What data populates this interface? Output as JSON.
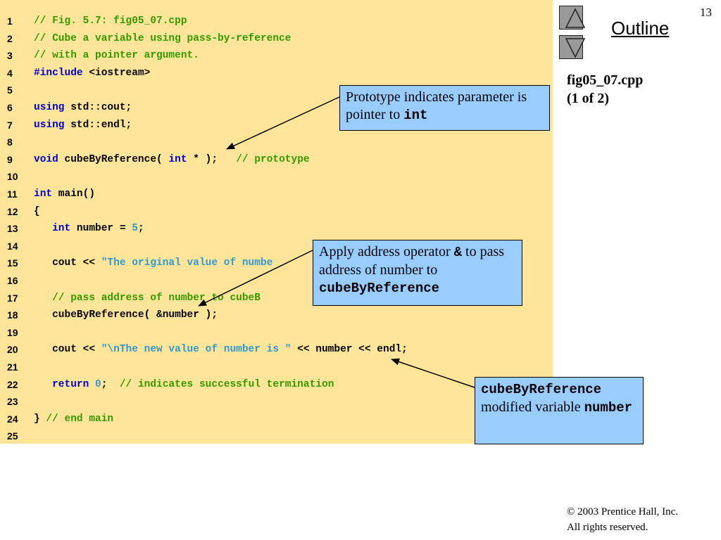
{
  "slide": {
    "number": "13",
    "outline_label": "Outline",
    "file_title_line1": "fig05_07.cpp",
    "file_title_line2": "(1 of 2)",
    "copyright_symbol": "©",
    "copyright_line1": " 2003 Prentice Hall, Inc.",
    "copyright_line2": "All rights reserved."
  },
  "navigation": {
    "up_icon": "triangle-up-icon",
    "down_icon": "triangle-down-icon"
  },
  "colors": {
    "code_background": "#ffe599",
    "comment": "#339900",
    "keyword": "#0000cc",
    "string_literal": "#3399cc",
    "callout_background": "#99ccff"
  },
  "code_lines": [
    {
      "num": "1",
      "tokens": [
        {
          "t": "// Fig. 5.7: fig05_07.cpp",
          "c": "c"
        }
      ]
    },
    {
      "num": "2",
      "tokens": [
        {
          "t": "// Cube a variable using pass-by-reference",
          "c": "c"
        }
      ]
    },
    {
      "num": "3",
      "tokens": [
        {
          "t": "// with a pointer argument.",
          "c": "c"
        }
      ]
    },
    {
      "num": "4",
      "tokens": [
        {
          "t": "#include",
          "c": "k"
        },
        {
          "t": " <iostream>",
          "c": "p"
        }
      ]
    },
    {
      "num": "5",
      "tokens": []
    },
    {
      "num": "6",
      "tokens": [
        {
          "t": "using",
          "c": "k"
        },
        {
          "t": " std::cout;",
          "c": "p"
        }
      ]
    },
    {
      "num": "7",
      "tokens": [
        {
          "t": "using",
          "c": "k"
        },
        {
          "t": " std::endl;",
          "c": "p"
        }
      ]
    },
    {
      "num": "8",
      "tokens": []
    },
    {
      "num": "9",
      "tokens": [
        {
          "t": "void",
          "c": "k"
        },
        {
          "t": " cubeByReference( ",
          "c": "p"
        },
        {
          "t": "int",
          "c": "k"
        },
        {
          "t": " * );   ",
          "c": "p"
        },
        {
          "t": "// prototype",
          "c": "c"
        }
      ]
    },
    {
      "num": "10",
      "tokens": []
    },
    {
      "num": "11",
      "tokens": [
        {
          "t": "int",
          "c": "k"
        },
        {
          "t": " main()",
          "c": "p"
        }
      ]
    },
    {
      "num": "12",
      "tokens": [
        {
          "t": "{",
          "c": "p"
        }
      ]
    },
    {
      "num": "13",
      "tokens": [
        {
          "t": "   ",
          "c": "p"
        },
        {
          "t": "int",
          "c": "k"
        },
        {
          "t": " number = ",
          "c": "p"
        },
        {
          "t": "5",
          "c": "n"
        },
        {
          "t": ";",
          "c": "p"
        }
      ]
    },
    {
      "num": "14",
      "tokens": []
    },
    {
      "num": "15",
      "tokens": [
        {
          "t": "   cout << ",
          "c": "p"
        },
        {
          "t": "\"The original value of numbe",
          "c": "s"
        }
      ]
    },
    {
      "num": "16",
      "tokens": []
    },
    {
      "num": "17",
      "tokens": [
        {
          "t": "   // pass address of number to cubeB",
          "c": "c"
        }
      ]
    },
    {
      "num": "18",
      "tokens": [
        {
          "t": "   cubeByReference( &number );",
          "c": "p"
        }
      ]
    },
    {
      "num": "19",
      "tokens": []
    },
    {
      "num": "20",
      "tokens": [
        {
          "t": "   cout << ",
          "c": "p"
        },
        {
          "t": "\"\\nThe new value of number is \"",
          "c": "s"
        },
        {
          "t": " << number << endl;",
          "c": "p"
        }
      ]
    },
    {
      "num": "21",
      "tokens": []
    },
    {
      "num": "22",
      "tokens": [
        {
          "t": "   ",
          "c": "p"
        },
        {
          "t": "return",
          "c": "k"
        },
        {
          "t": " ",
          "c": "p"
        },
        {
          "t": "0",
          "c": "n"
        },
        {
          "t": ";  ",
          "c": "p"
        },
        {
          "t": "// indicates successful termination",
          "c": "c"
        }
      ]
    },
    {
      "num": "23",
      "tokens": []
    },
    {
      "num": "24",
      "tokens": [
        {
          "t": "} ",
          "c": "p"
        },
        {
          "t": "// end main",
          "c": "c"
        }
      ]
    },
    {
      "num": "25",
      "tokens": []
    }
  ],
  "callouts": {
    "c1": {
      "text1": "Prototype indicates parameter is pointer to ",
      "code1": "int"
    },
    "c2": {
      "text1": "Apply address operator ",
      "code1": "&",
      "text2": " to pass address of number to ",
      "code2": "cubeByReference"
    },
    "c3": {
      "code1": "cubeByReference",
      "text1": " modified variable ",
      "code2": "number"
    }
  }
}
